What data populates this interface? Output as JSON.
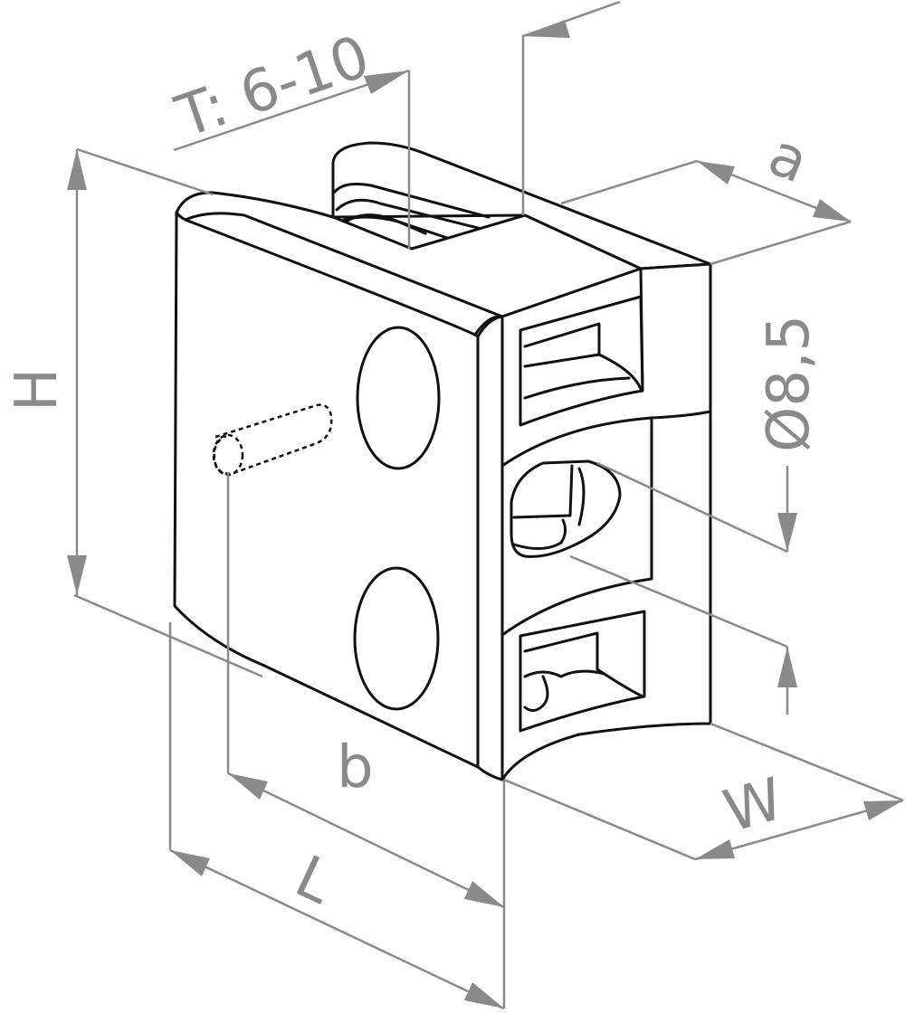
{
  "labels": {
    "thickness": "T: 6-10",
    "a": "a",
    "hole": "Ø8,5",
    "height": "H",
    "b": "b",
    "length": "L",
    "width": "W"
  },
  "colors": {
    "outline": "#111111",
    "dimension": "#8a8a8a",
    "background": "#ffffff"
  }
}
